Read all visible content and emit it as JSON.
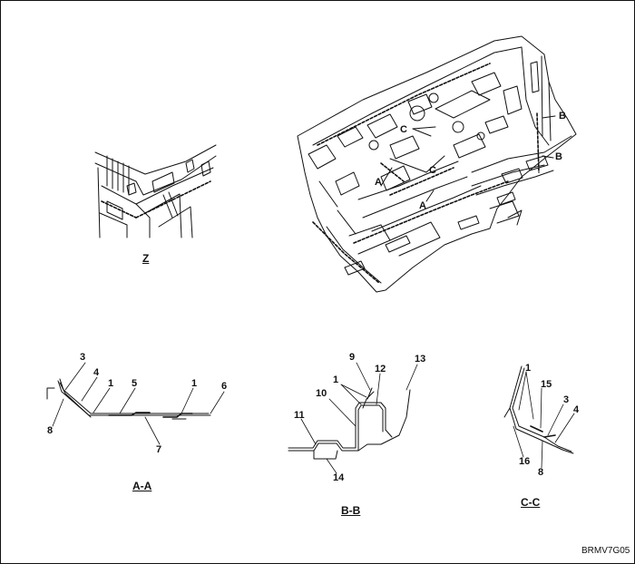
{
  "captions": {
    "z": "Z",
    "aa": "A-A",
    "bb": "B-B",
    "cc": "C-C"
  },
  "main_view_markers": [
    "C",
    "C",
    "A",
    "A",
    "B",
    "B"
  ],
  "section_aa_labels": [
    "3",
    "4",
    "1",
    "5",
    "1",
    "6",
    "8",
    "7"
  ],
  "section_bb_labels": [
    "9",
    "12",
    "13",
    "1",
    "10",
    "11",
    "14"
  ],
  "section_cc_labels": [
    "1",
    "15",
    "3",
    "4",
    "16",
    "8"
  ],
  "drawing_code": "BRMV7G05"
}
